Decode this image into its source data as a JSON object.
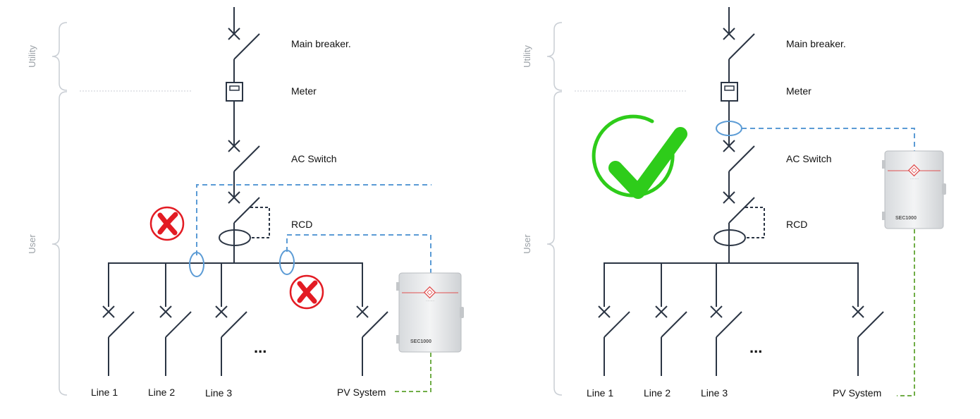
{
  "left": {
    "side_labels": {
      "utility": "Utility",
      "user": "User"
    },
    "labels": {
      "main_breaker": "Main breaker.",
      "meter": "Meter",
      "ac_switch": "AC Switch",
      "rcd": "RCD",
      "ellipsis": "...",
      "pv_system": "PV System"
    },
    "lines": [
      "Line 1",
      "Line 2",
      "Line 3"
    ],
    "device": {
      "model": "SEC1000"
    }
  },
  "right": {
    "side_labels": {
      "utility": "Utility",
      "user": "User"
    },
    "labels": {
      "main_breaker": "Main breaker.",
      "meter": "Meter",
      "ac_switch": "AC Switch",
      "rcd": "RCD",
      "ellipsis": "...",
      "pv_system": "PV System"
    },
    "lines": [
      "Line 1",
      "Line 2",
      "Line 3"
    ],
    "device": {
      "model": "SEC1000"
    }
  },
  "colors": {
    "wire": "#2b3544",
    "ct_dashed": "#5b9bd5",
    "pv_dashed": "#70ad47",
    "wrong": "#e31b23",
    "correct": "#2ecc1a",
    "brace": "#c9ced4"
  }
}
